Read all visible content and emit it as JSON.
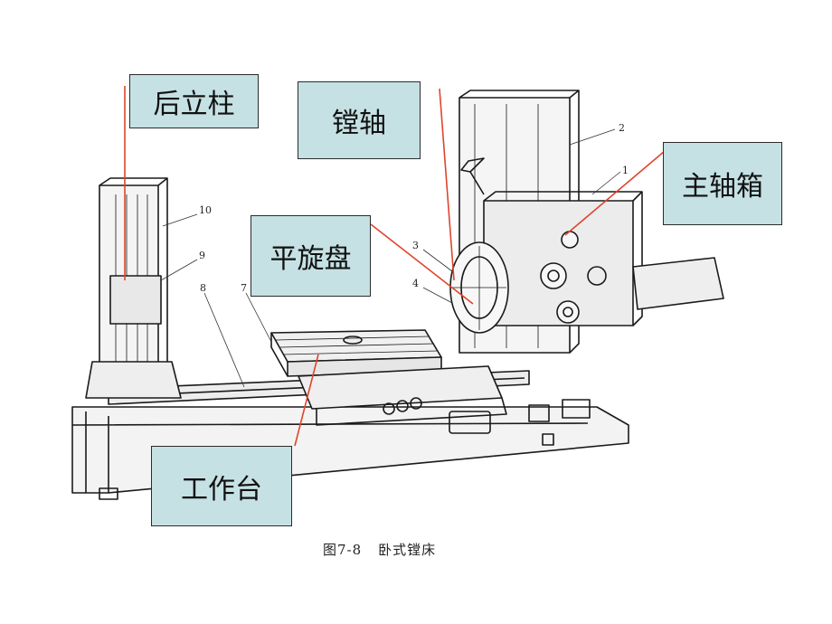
{
  "labels": {
    "rear_column": "后立柱",
    "boring_spindle": "镗轴",
    "headstock": "主轴箱",
    "facing_head": "平旋盘",
    "worktable": "工作台"
  },
  "callout_numbers": [
    "1",
    "2",
    "3",
    "4",
    "7",
    "8",
    "9",
    "10"
  ],
  "caption": {
    "figure_number": "图7-8",
    "title": "卧式镗床"
  },
  "colors": {
    "label_fill": "#c5e1e3",
    "leader_line": "#e0452c"
  }
}
